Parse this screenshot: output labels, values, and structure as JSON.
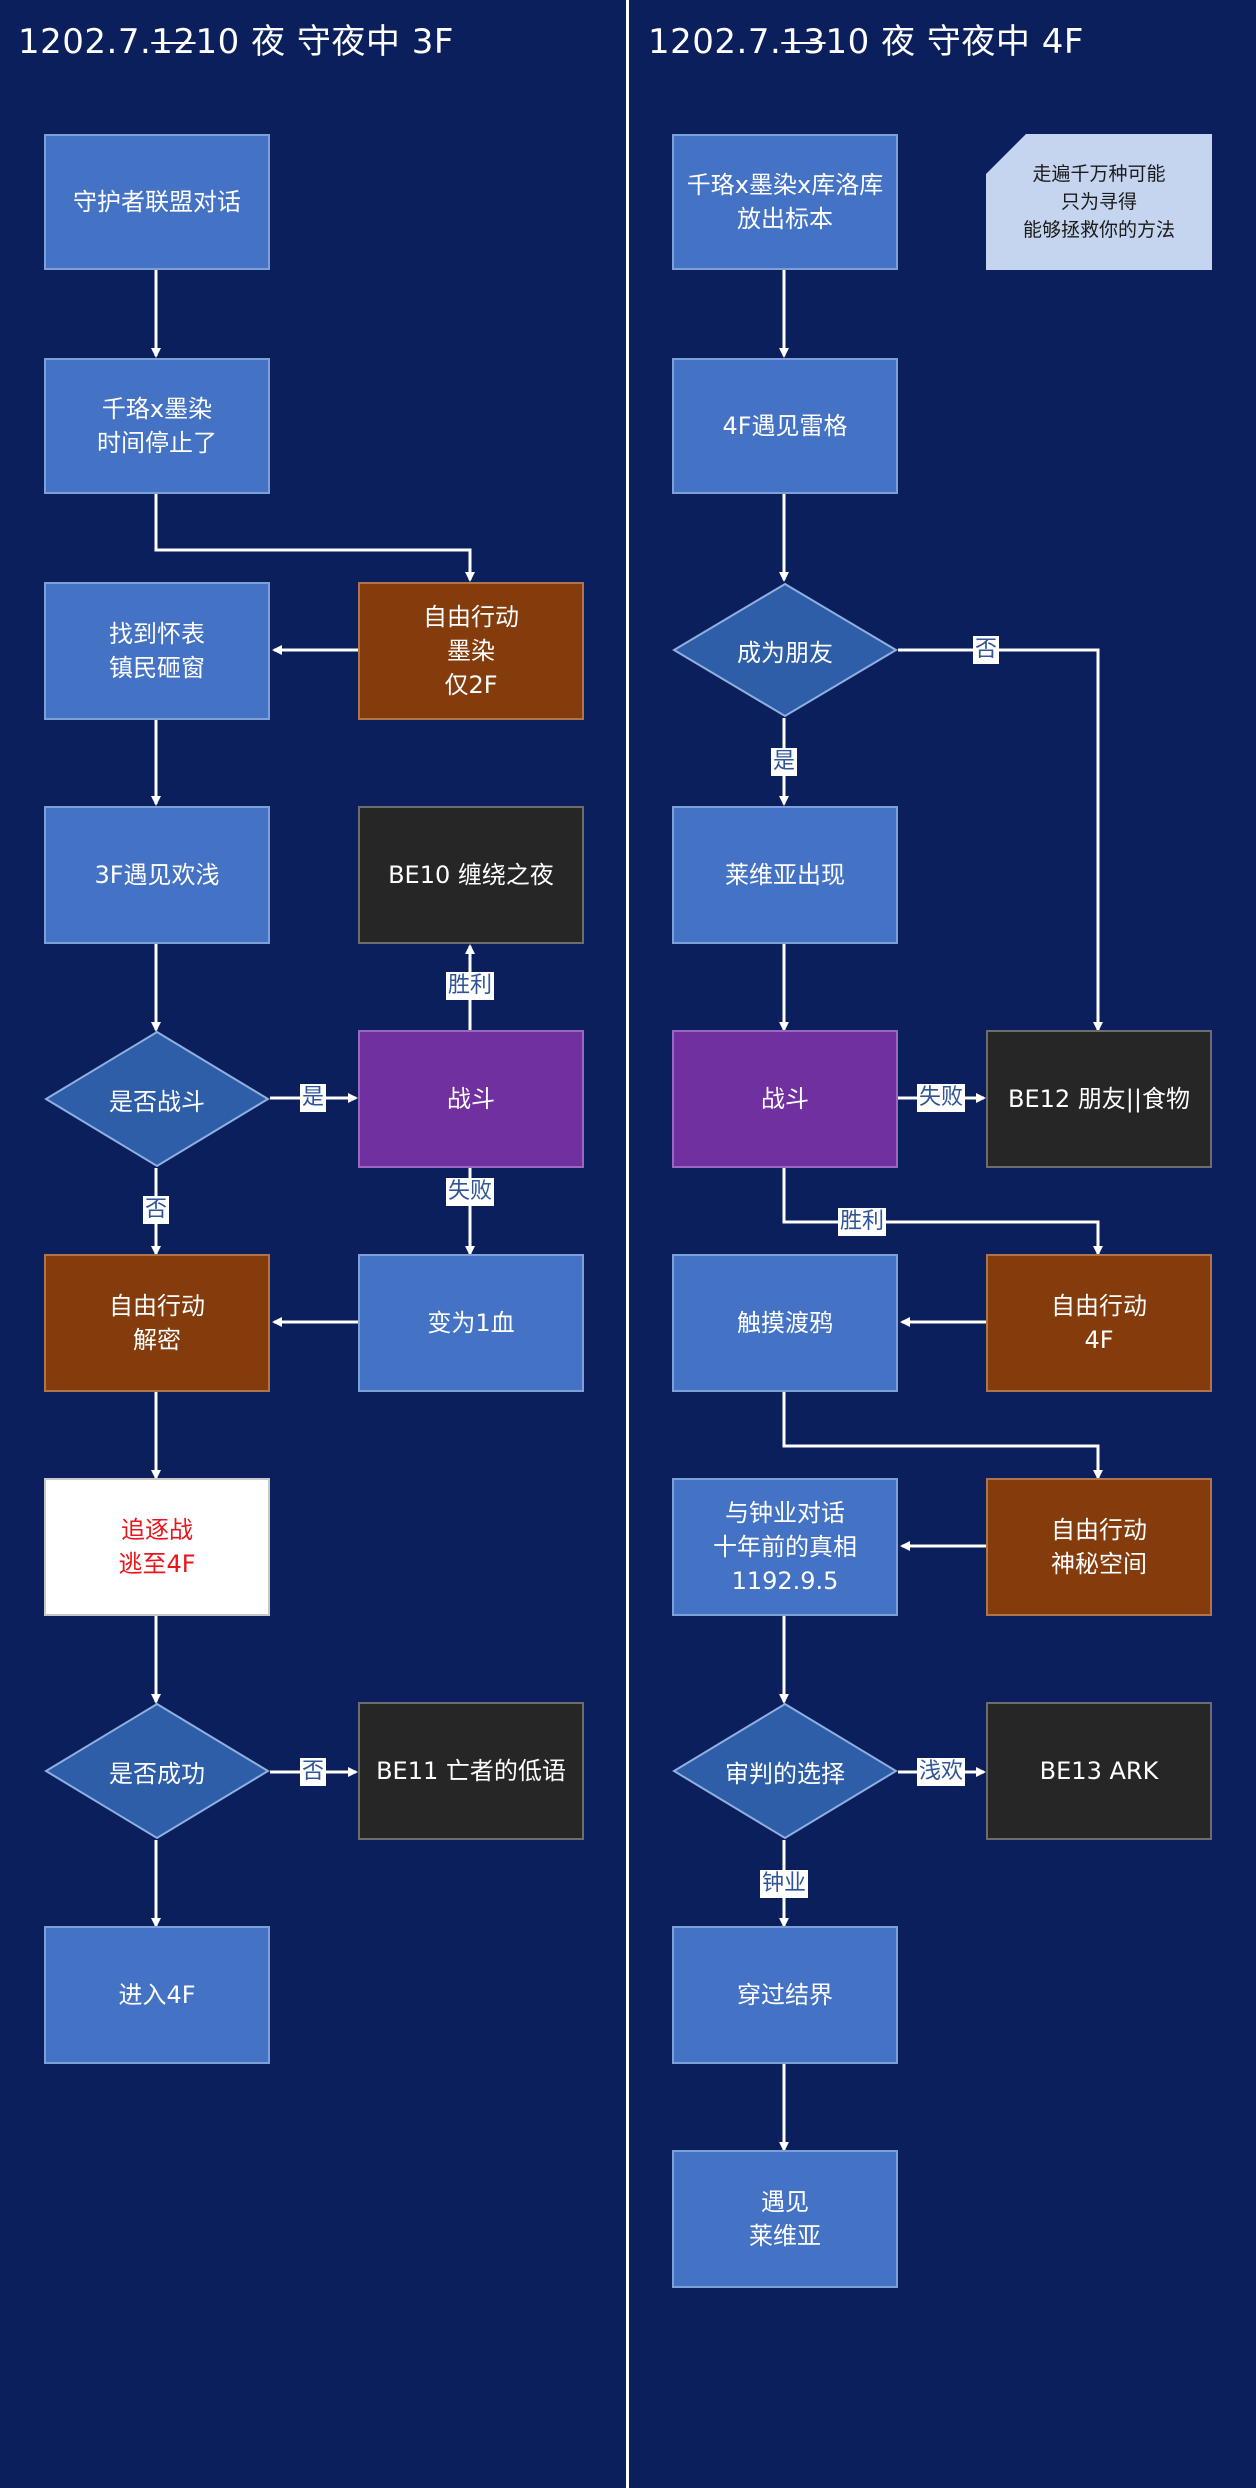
{
  "left": {
    "title_pre": "1202.7.",
    "title_strike": "12",
    "title_post": "10 夜 守夜中 3F",
    "nodes": {
      "dialog": "守护者联盟对话",
      "time_stop": "千珞x墨染\n时间停止了",
      "find_watch": "找到怀表\n镇民砸窗",
      "free_2f": "自由行动\n墨染\n仅2F",
      "meet_3f": "3F遇见欢浅",
      "be10": "BE10 缠绕之夜",
      "fight_q": "是否战斗",
      "battle": "战斗",
      "free_decrypt": "自由行动\n解密",
      "hp1": "变为1血",
      "chase": "追逐战\n逃至4F",
      "success_q": "是否成功",
      "be11": "BE11 亡者的低语",
      "enter_4f": "进入4F"
    },
    "edge_labels": {
      "win": "胜利",
      "yes": "是",
      "no": "否",
      "fail": "失败",
      "no2": "否"
    }
  },
  "right": {
    "title_pre": "1202.7.",
    "title_strike": "13",
    "title_post": "10 夜 守夜中 4F",
    "note": "走遍千万种可能\n只为寻得\n能够拯救你的方法",
    "nodes": {
      "release": "千珞x墨染x库洛库\n放出标本",
      "meet_reig": "4F遇见雷格",
      "friend_q": "成为朋友",
      "lavia_appear": "莱维亚出现",
      "battle": "战斗",
      "be12": "BE12 朋友||食物",
      "touch_crow": "触摸渡鸦",
      "free_4f": "自由行动\n4F",
      "talk_zhongye": "与钟业对话\n十年前的真相\n1192.9.5",
      "free_mystery": "自由行动\n神秘空间",
      "judge_q": "审判的选择",
      "be13": "BE13 ARK",
      "barrier": "穿过结界",
      "meet_lavia": "遇见\n莱维亚"
    },
    "edge_labels": {
      "no": "否",
      "yes": "是",
      "fail": "失败",
      "win": "胜利",
      "qianhuan": "浅欢",
      "zhongye": "钟业"
    }
  },
  "colors": {
    "background": "#0a1f5c",
    "process_blue": "#4472c4",
    "free_action_brown": "#843c0c",
    "battle_purple": "#7030a0",
    "bad_end_dark": "#262626",
    "chase_text_red": "#e8161b",
    "note_lightblue": "#c5d5ef",
    "edge_label_blue": "#2f5597"
  }
}
